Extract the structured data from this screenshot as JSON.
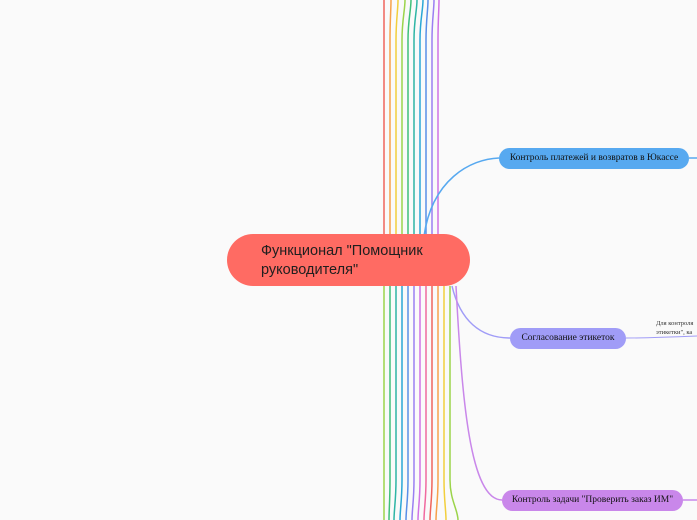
{
  "root": {
    "line1": "Функционал \"Помощник",
    "line2": "руководителя\"",
    "color": "#ff6b63"
  },
  "topics": [
    {
      "label": "Контроль платежей и возвратов в Юкассе",
      "color": "#57a9f0"
    },
    {
      "label": "Согласование этикеток",
      "color": "#a09cf7"
    },
    {
      "label": "Контроль задачи \"Проверить заказ ИМ\"",
      "color": "#c987ea"
    }
  ],
  "note": {
    "line1": "Для контроля",
    "line2": "этикетки\", ка"
  },
  "branch_colors": [
    "#f0645c",
    "#f7a24a",
    "#f2cf3c",
    "#9bd44a",
    "#3fc07a",
    "#2eb5a5",
    "#2aa7d6",
    "#5a8fe8",
    "#9a7ff2",
    "#d072e6",
    "#f06aa0"
  ]
}
